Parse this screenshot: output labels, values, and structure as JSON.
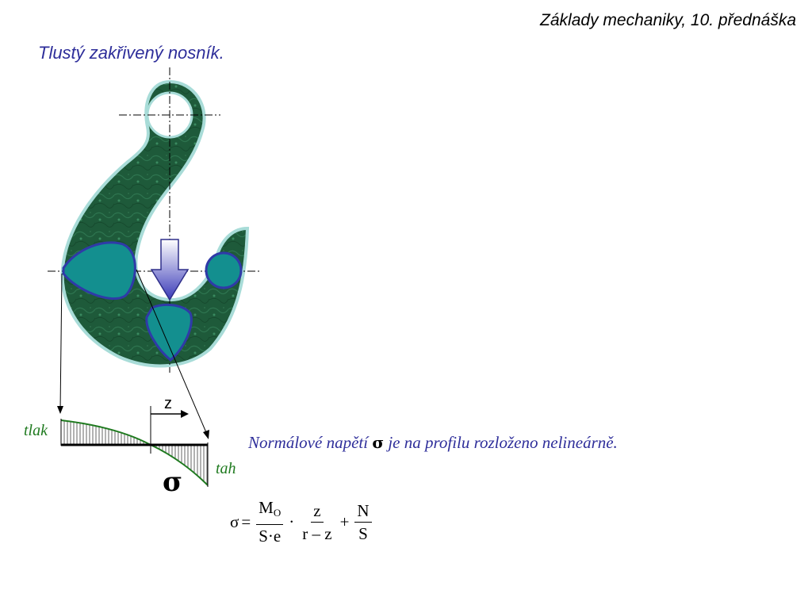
{
  "header": {
    "course": "Základy mechaniky, 10. přednáška"
  },
  "slide": {
    "title": "Tlustý zakřivený nosník."
  },
  "diagram": {
    "label_compression": "tlak",
    "label_tension": "tah",
    "label_axis": "z",
    "label_stress": "σ",
    "colors": {
      "hook_body": "#1e5a3a",
      "hook_outline": "#a8dcd8",
      "section_fill": "#138f8f",
      "section_outline": "#2f3aa8",
      "stress_curve": "#1f7a1f",
      "arrow_top": "#ffffff",
      "arrow_bottom": "#3a3ab8"
    }
  },
  "text": {
    "statement_before": "Normálové napětí ",
    "statement_symbol": "σ",
    "statement_after": " je na profilu rozloženo nelineárně."
  },
  "formula": {
    "lhs": "σ",
    "eq": "=",
    "frac1_num": "M",
    "frac1_num_sub": "O",
    "frac1_den": "S·e",
    "dot": "·",
    "frac2_num": "z",
    "frac2_den": "r – z",
    "plus": "+",
    "frac3_num": "N",
    "frac3_den": "S"
  }
}
